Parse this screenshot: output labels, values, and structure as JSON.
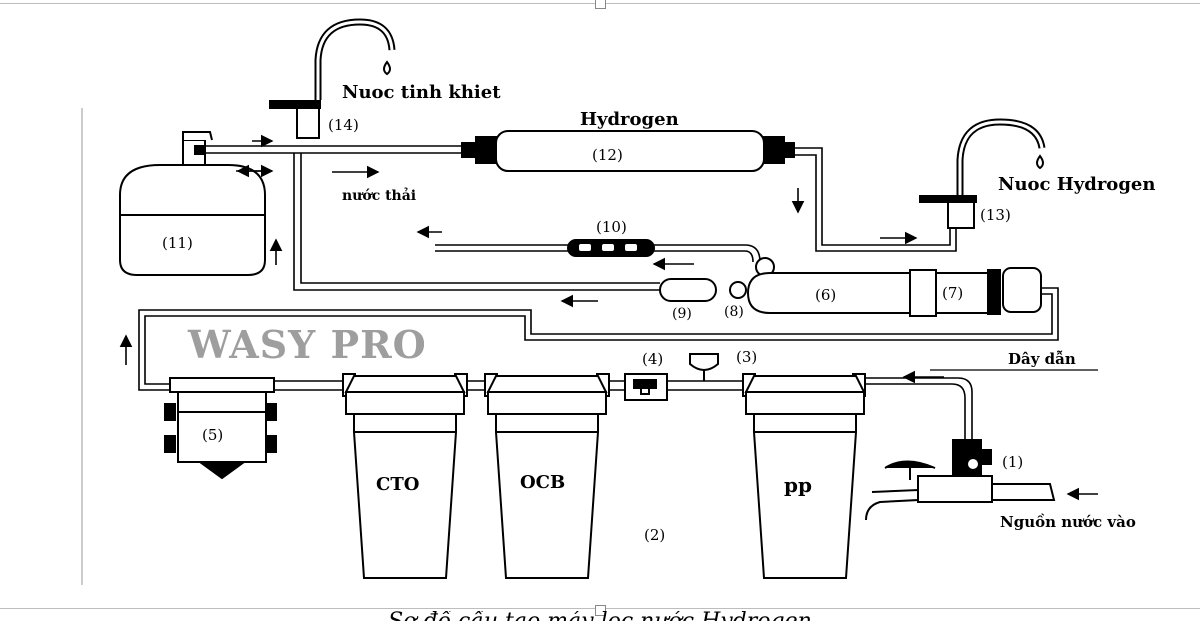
{
  "labels": {
    "pure_water": "Nuoc tinh khiet",
    "hydrogen": "Hydrogen",
    "hydrogen_water": "Nuoc Hydrogen",
    "waste_water": "nước thải",
    "wire": "Dây dẫn",
    "water_source": "Nguồn nước vào",
    "watermark": "WASY PRO",
    "cto": "CTO",
    "ocb": "OCB",
    "pp": "pp"
  },
  "parts": {
    "p1": "(1)",
    "p2": "(2)",
    "p3": "(3)",
    "p4": "(4)",
    "p5": "(5)",
    "p6": "(6)",
    "p7": "(7)",
    "p8": "(8)",
    "p9": "(9)",
    "p10": "(10)",
    "p11": "(11)",
    "p12": "(12)",
    "p13": "(13)",
    "p14": "(14)"
  },
  "caption": "Sơ đồ cấu tạo máy lọc nước Hydrogen"
}
